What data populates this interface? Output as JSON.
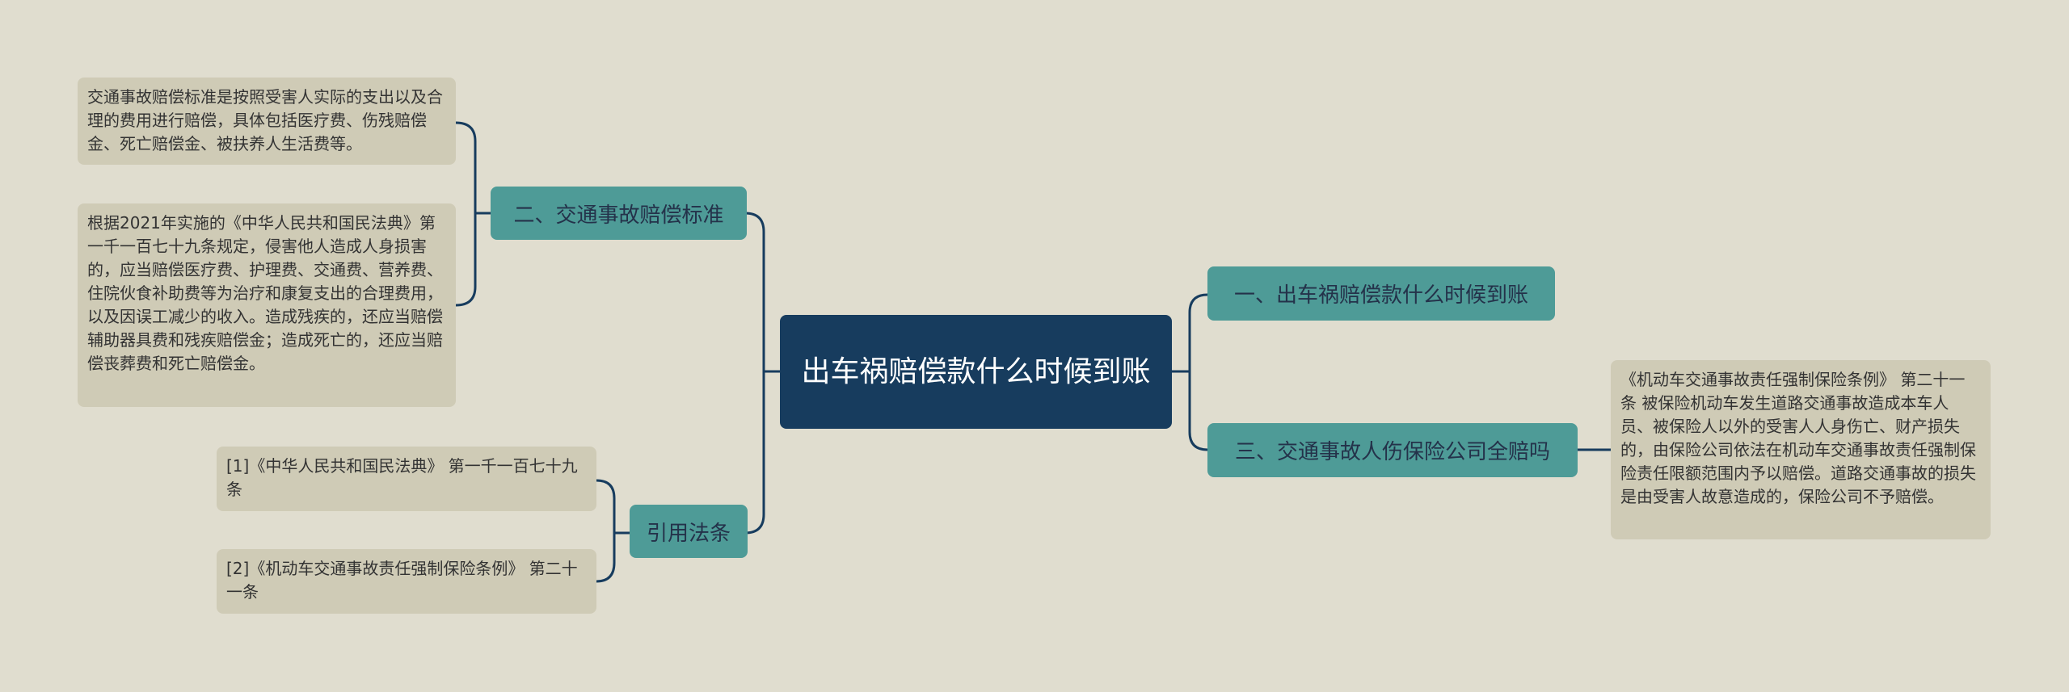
{
  "root": {
    "title": "出车祸赔偿款什么时候到账"
  },
  "branches": [
    {
      "label": "一、出车祸赔偿款什么时候到账"
    },
    {
      "label": "二、交通事故赔偿标准"
    },
    {
      "label": "三、交通事故人伤保险公司全赔吗"
    },
    {
      "label": "引用法条"
    }
  ],
  "leaves": {
    "standard_1": "交通事故赔偿标准是按照受害人实际的支出以及合理的费用进行赔偿，具体包括医疗费、伤残赔偿金、死亡赔偿金、被扶养人生活费等。",
    "standard_2": "根据2021年实施的《中华人民共和国民法典》第一千一百七十九条规定，侵害他人造成人身损害的，应当赔偿医疗费、护理费、交通费、营养费、住院伙食补助费等为治疗和康复支出的合理费用，以及因误工减少的收入。造成残疾的，还应当赔偿辅助器具费和残疾赔偿金；造成死亡的，还应当赔偿丧葬费和死亡赔偿金。",
    "insurance_1": "《机动车交通事故责任强制保险条例》 第二十一条 被保险机动车发生道路交通事故造成本车人员、被保险人以外的受害人人身伤亡、财产损失的，由保险公司依法在机动车交通事故责任强制保险责任限额范围内予以赔偿。道路交通事故的损失是由受害人故意造成的，保险公司不予赔偿。",
    "law_1": "[1]《中华人民共和国民法典》 第一千一百七十九条",
    "law_2": "[2]《机动车交通事故责任强制保险条例》 第二十一条"
  },
  "colors": {
    "background": "#e0ddcf",
    "root": "#173c5e",
    "branch": "#4e9b97",
    "leaf": "#cfcbb6",
    "line": "#173c5e"
  }
}
